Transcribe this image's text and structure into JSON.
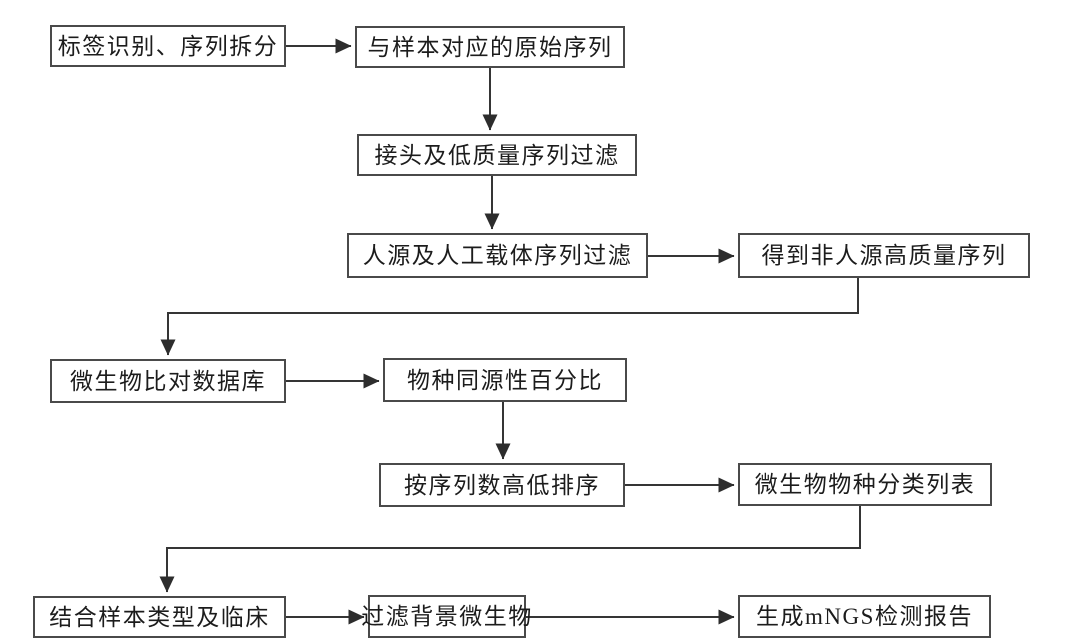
{
  "nodes": [
    {
      "id": "n0",
      "label": "标签识别、序列拆分"
    },
    {
      "id": "n1",
      "label": "与样本对应的原始序列"
    },
    {
      "id": "n2",
      "label": "接头及低质量序列过滤"
    },
    {
      "id": "n3",
      "label": "人源及人工载体序列过滤"
    },
    {
      "id": "n4",
      "label": "得到非人源高质量序列"
    },
    {
      "id": "n5",
      "label": "微生物比对数据库"
    },
    {
      "id": "n6",
      "label": "物种同源性百分比"
    },
    {
      "id": "n7",
      "label": "按序列数高低排序"
    },
    {
      "id": "n8",
      "label": "微生物物种分类列表"
    },
    {
      "id": "n9",
      "label": "结合样本类型及临床"
    },
    {
      "id": "n10",
      "label": "过滤背景微生物"
    },
    {
      "id": "n11",
      "label": "生成mNGS检测报告"
    }
  ],
  "edges": [
    {
      "from": "n0",
      "to": "n1",
      "type": "straight-right"
    },
    {
      "from": "n1",
      "to": "n2",
      "type": "straight-down"
    },
    {
      "from": "n2",
      "to": "n3",
      "type": "straight-down"
    },
    {
      "from": "n3",
      "to": "n4",
      "type": "straight-right"
    },
    {
      "from": "n4",
      "to": "n5",
      "type": "elbow-down-left-down"
    },
    {
      "from": "n5",
      "to": "n6",
      "type": "straight-right"
    },
    {
      "from": "n6",
      "to": "n7",
      "type": "straight-down"
    },
    {
      "from": "n7",
      "to": "n8",
      "type": "straight-right"
    },
    {
      "from": "n8",
      "to": "n9",
      "type": "elbow-down-left-down"
    },
    {
      "from": "n9",
      "to": "n10",
      "type": "straight-right"
    },
    {
      "from": "n10",
      "to": "n11",
      "type": "straight-right"
    }
  ],
  "colors": {
    "background": "#ffffff",
    "box_border": "#4a4a4a",
    "line": "#353535",
    "text": "#1c1c1c"
  }
}
